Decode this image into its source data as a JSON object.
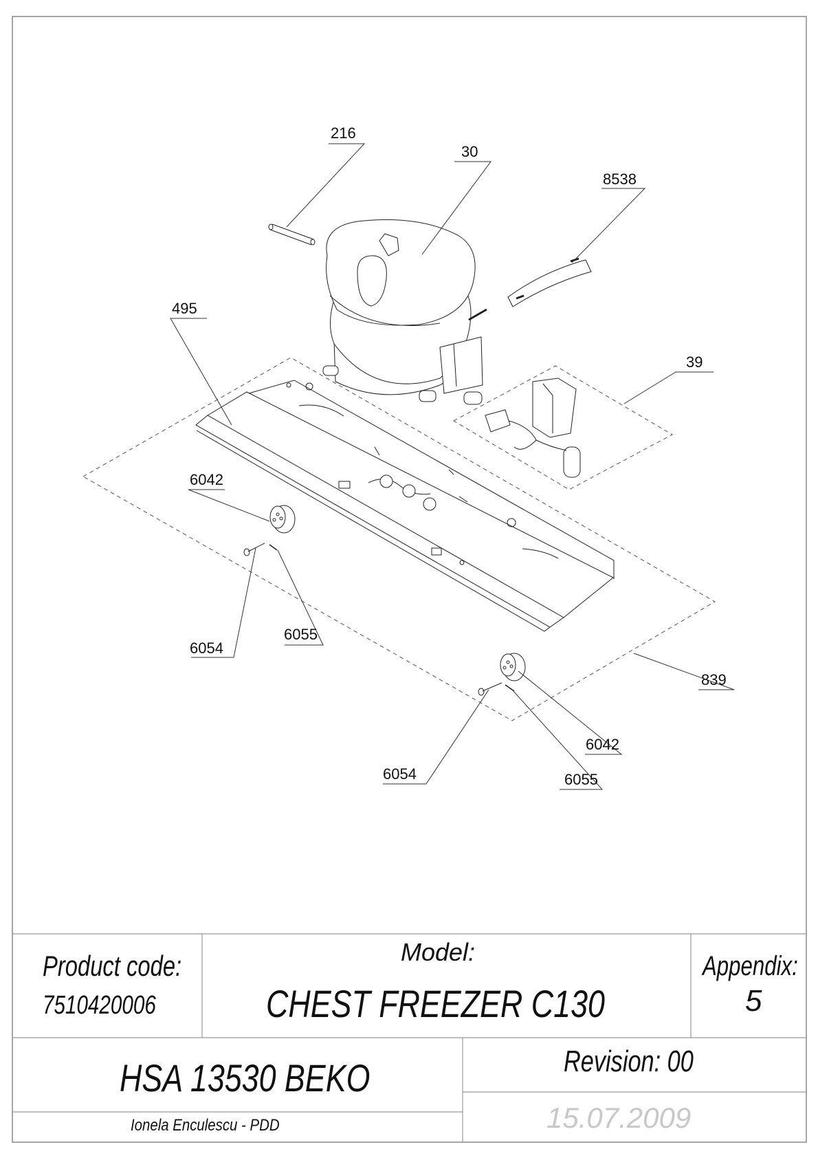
{
  "callouts": {
    "c216": "216",
    "c30": "30",
    "c8538": "8538",
    "c495": "495",
    "c39": "39",
    "c6042a": "6042",
    "c6054a": "6054",
    "c6055a": "6055",
    "c839": "839",
    "c6042b": "6042",
    "c6054b": "6054",
    "c6055b": "6055"
  },
  "title_block": {
    "product_code_label": "Product code:",
    "product_code_value": "7510420006",
    "model_label": "Model:",
    "model_value": "CHEST FREEZER C130",
    "appendix_label": "Appendix:",
    "appendix_value": "5",
    "assembly_name": "HSA 13530 BEKO",
    "revision": "Revision: 00",
    "author": "Ionela Enculescu - PDD",
    "date": "15.07.2009"
  }
}
